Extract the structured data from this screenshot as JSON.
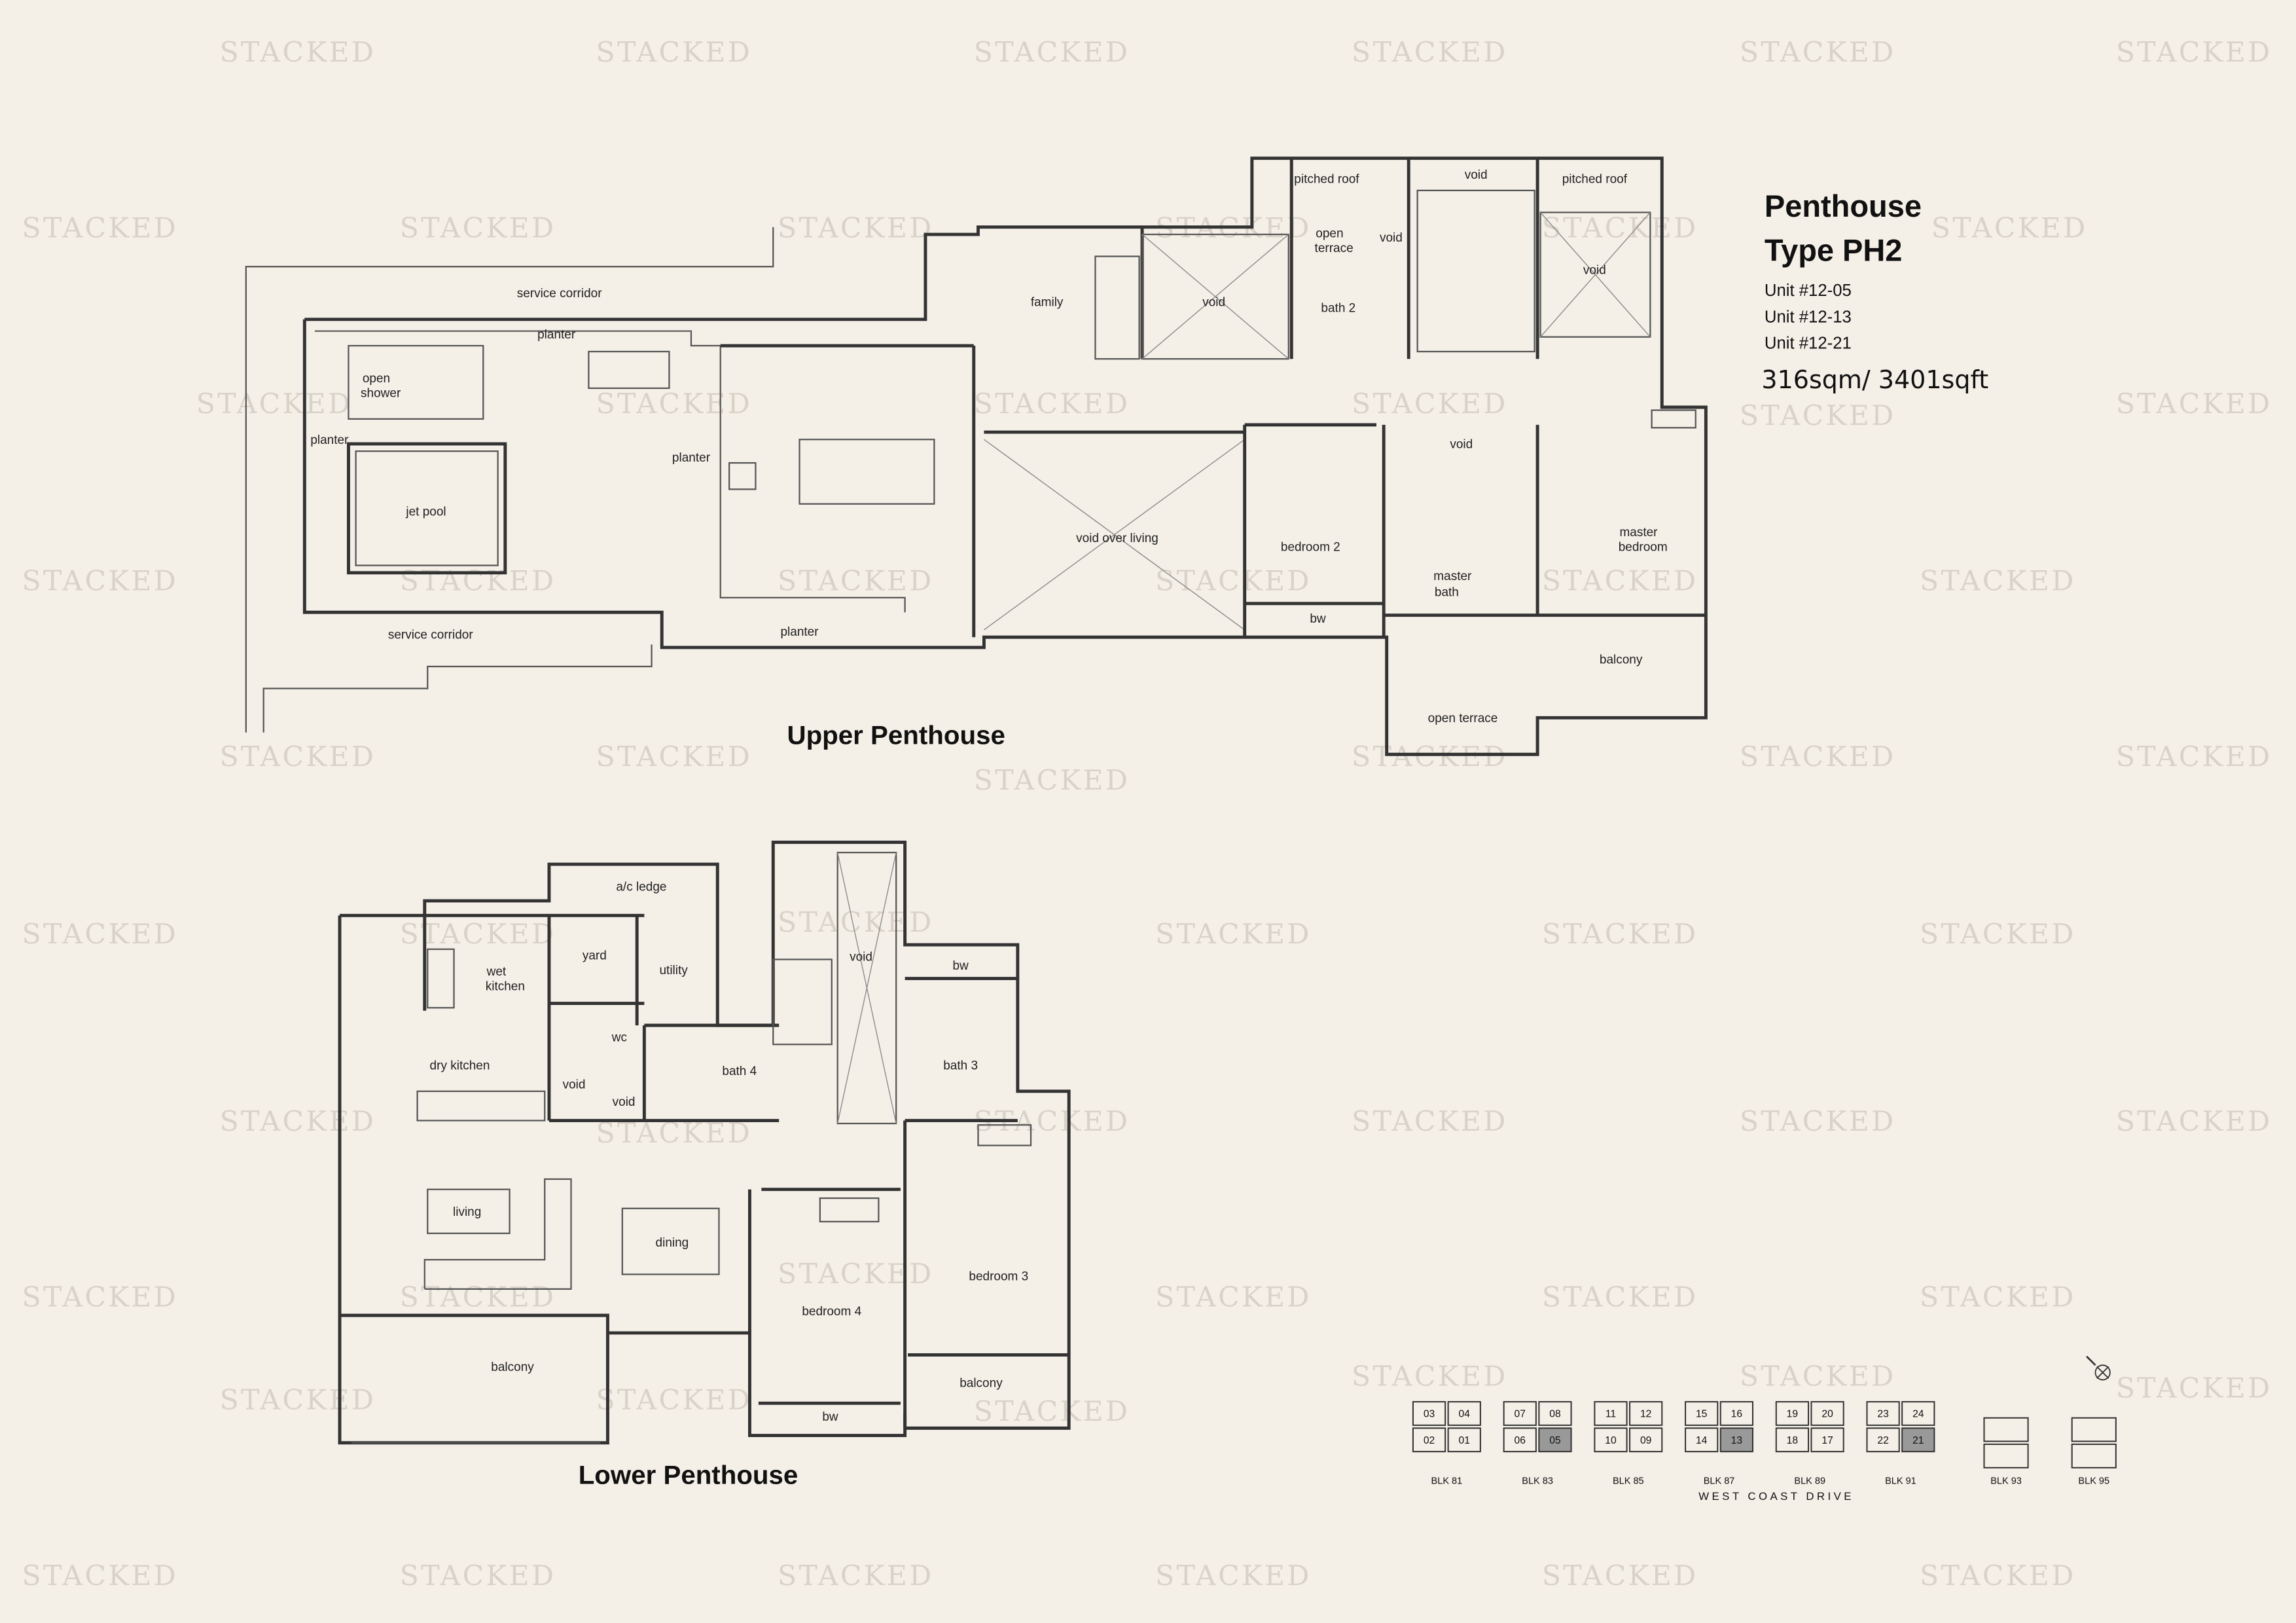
{
  "watermark": "STACKED",
  "title": {
    "line1": "Penthouse",
    "line2": "Type PH2"
  },
  "units": [
    "Unit #12-05",
    "Unit #12-13",
    "Unit #12-21"
  ],
  "area": "316sqm/ 3401sqft",
  "upper": {
    "heading": "Upper Penthouse",
    "rooms": [
      "service corridor",
      "planter",
      "open",
      "shower",
      "planter",
      "jet pool",
      "planter",
      "service corridor",
      "planter",
      "family",
      "void",
      "pitched roof",
      "open",
      "terrace",
      "void",
      "bath 2",
      "void",
      "pitched roof",
      "void",
      "void over living",
      "bedroom 2",
      "bw",
      "void",
      "master",
      "bath",
      "master",
      "bedroom",
      "balcony",
      "open terrace"
    ]
  },
  "lower": {
    "heading": "Lower Penthouse",
    "rooms": [
      "a/c ledge",
      "yard",
      "utility",
      "wet",
      "kitchen",
      "dry kitchen",
      "wc",
      "void",
      "void",
      "bath 4",
      "void",
      "bw",
      "bath 3",
      "living",
      "dining",
      "bedroom 3",
      "bedroom 4",
      "balcony",
      "balcony",
      "bw"
    ]
  },
  "key_plan": {
    "blocks": [
      "BLK 81",
      "BLK 83",
      "BLK 85",
      "BLK 87",
      "BLK 89",
      "BLK 91",
      "BLK 93",
      "BLK 95"
    ],
    "unit_numbers": [
      "01",
      "02",
      "03",
      "04",
      "05",
      "06",
      "07",
      "08",
      "09",
      "10",
      "11",
      "12",
      "13",
      "14",
      "15",
      "16",
      "17",
      "18",
      "19",
      "20",
      "21",
      "22",
      "23",
      "24"
    ],
    "highlighted_units": [
      "05",
      "13",
      "21"
    ],
    "road": "WEST COAST DRIVE",
    "highlight_color": "#999999"
  }
}
